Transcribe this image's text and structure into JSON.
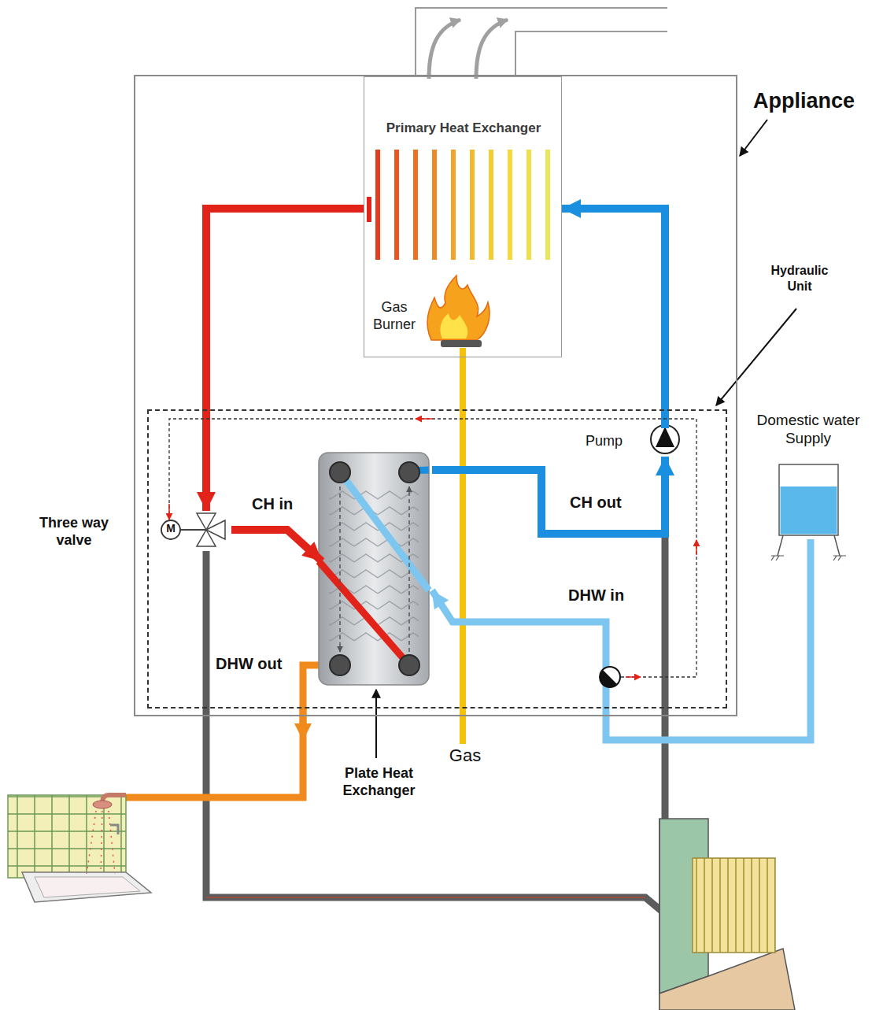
{
  "diagram": {
    "nodes": [
      {
        "text": [
          "Appliance"
        ]
      },
      {
        "text": [
          "Primary Heat Exchanger",
          "Gas Burner"
        ],
        "in": 0
      },
      {
        "text": [
          "Hydraulic Unit"
        ],
        "in": 0
      },
      {
        "text": [
          "Pump"
        ],
        "in": 2
      },
      {
        "text": [
          "Three way valve"
        ],
        "in": 2
      },
      {
        "text": [
          "Plate Heat Exchanger"
        ],
        "in": 2
      },
      {
        "text": [
          "Domestic water Supply"
        ]
      }
    ],
    "edges": [
      {
        "from": 1,
        "to": 4,
        "arrow": "to"
      },
      {
        "from": 4,
        "to": 5,
        "label": "CH in",
        "arrow": "to"
      },
      {
        "from": 5,
        "to": 3,
        "label": "CH out",
        "arrow": "to"
      },
      {
        "from": 3,
        "to": 1,
        "arrow": "to"
      },
      {
        "from": 6,
        "to": 5,
        "label": "DHW in",
        "arrow": "to"
      }
    ],
    "labels": [
      "M",
      "DHW out",
      "Gas"
    ]
  }
}
